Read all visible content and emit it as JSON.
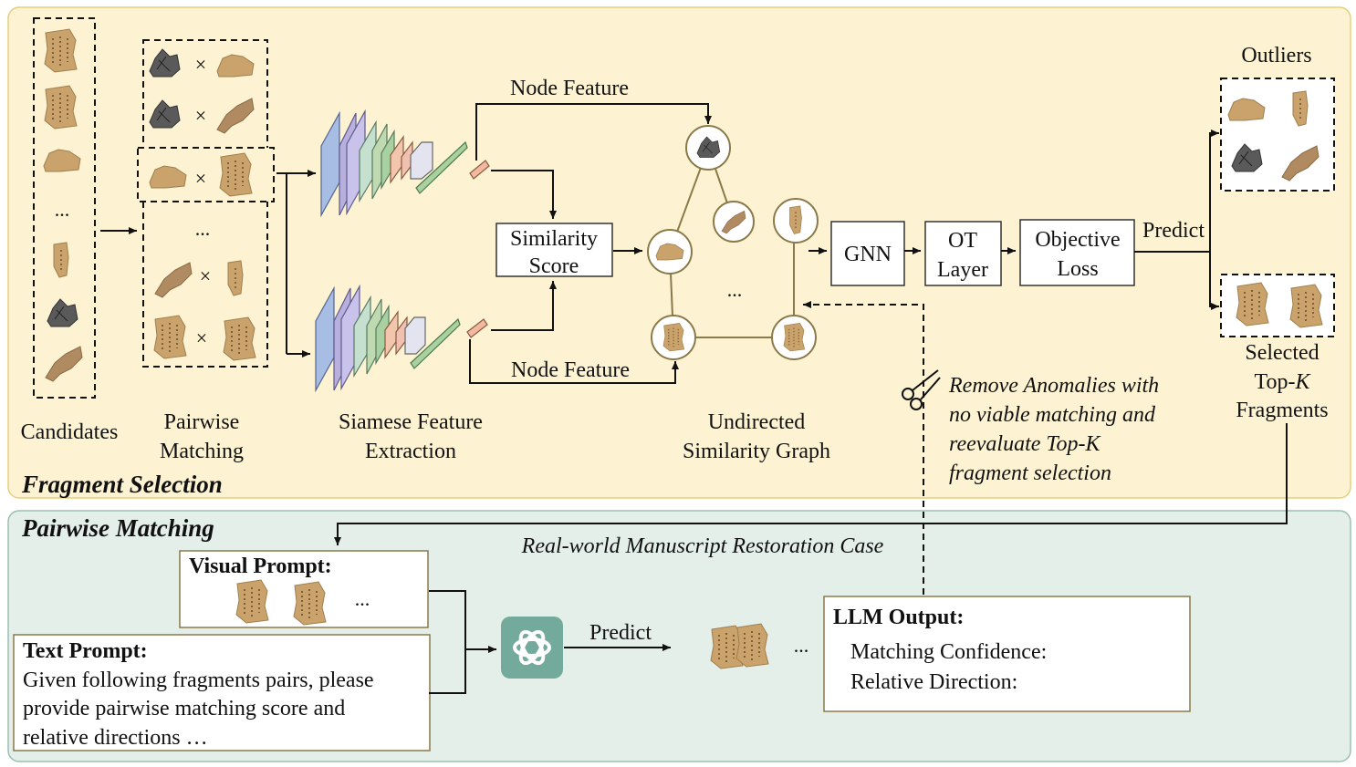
{
  "sections": {
    "fragment_selection": "Fragment Selection",
    "pairwise_matching": "Pairwise Matching"
  },
  "pipeline": {
    "candidates": "Candidates",
    "candidates_ellipsis": "...",
    "pairwise_matching_line1": "Pairwise",
    "pairwise_matching_line2": "Matching",
    "pairwise_ellipsis": "...",
    "times_symbol": "×",
    "siamese_line1": "Siamese Feature",
    "siamese_line2": "Extraction",
    "node_feature_top": "Node Feature",
    "node_feature_bottom": "Node Feature",
    "similarity_score_line1": "Similarity",
    "similarity_score_line2": "Score",
    "graph_ellipsis": "...",
    "graph_line1": "Undirected",
    "graph_line2": "Similarity Graph",
    "gnn": "GNN",
    "ot_line1": "OT",
    "ot_line2": "Layer",
    "objective_line1": "Objective",
    "objective_line2": "Loss",
    "predict": "Predict",
    "outliers": "Outliers",
    "selected_line1": "Selected",
    "selected_line2_prefix": "Top-",
    "selected_line2_k": "K",
    "selected_line3": "Fragments",
    "remove_line1": "Remove Anomalies with",
    "remove_line2": "no viable matching and",
    "remove_line3": "reevaluate Top-K",
    "remove_line4": "fragment selection"
  },
  "matching": {
    "case_title": "Real-world Manuscript Restoration Case",
    "visual_prompt": "Visual Prompt:",
    "visual_ellipsis": "...",
    "text_prompt": "Text Prompt:",
    "text_line1": "Given following fragments pairs, please",
    "text_line2": "provide pairwise matching score and",
    "text_line3": "relative directions …",
    "predict": "Predict",
    "result_ellipsis": "...",
    "llm_output": "LLM Output:",
    "matching_confidence": "Matching Confidence:",
    "relative_direction": "Relative Direction:"
  },
  "colors": {
    "top_panel_fill": "#fdf3d2",
    "top_panel_stroke": "#e6cf7a",
    "bottom_panel_fill": "#e4efea",
    "bottom_panel_stroke": "#9cbfb1",
    "fragment_tan": "#c9a36b",
    "fragment_gray": "#5a5a5a",
    "chatgpt_green": "#74aa9c"
  },
  "icons": {
    "scissors": "scissors-icon",
    "llm": "chatgpt-logo-icon"
  }
}
